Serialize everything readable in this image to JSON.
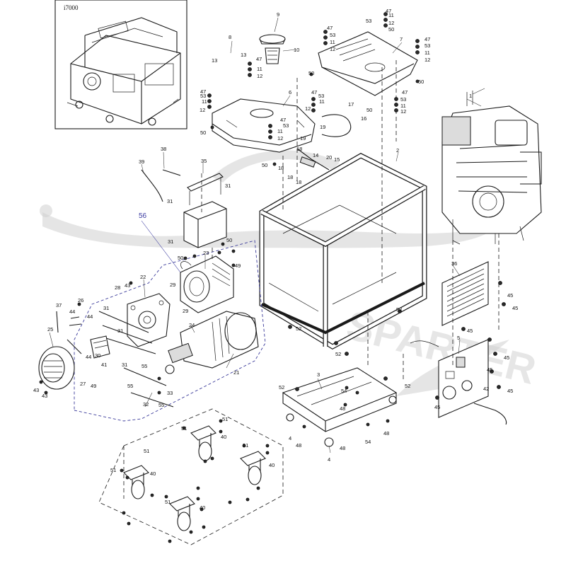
{
  "model_label": "i7000",
  "highlight_part_number": "56",
  "watermark_text": "SPARTER",
  "colors": {
    "line": "#1a1a1a",
    "highlight": "#3a3aa0",
    "watermark": "#cfcfcf"
  },
  "part_numbers": [
    "1",
    "2",
    "3",
    "4",
    "5",
    "6",
    "7",
    "8",
    "9",
    "10",
    "11",
    "12",
    "13",
    "14",
    "15",
    "16",
    "17",
    "18",
    "19",
    "20",
    "21",
    "22",
    "23",
    "24",
    "25",
    "26",
    "27",
    "28",
    "29",
    "30",
    "31",
    "32",
    "33",
    "35",
    "36",
    "37",
    "38",
    "39",
    "40",
    "41",
    "42",
    "43",
    "44",
    "45",
    "47",
    "48",
    "49",
    "50",
    "51",
    "52",
    "53",
    "54",
    "55",
    "56"
  ]
}
